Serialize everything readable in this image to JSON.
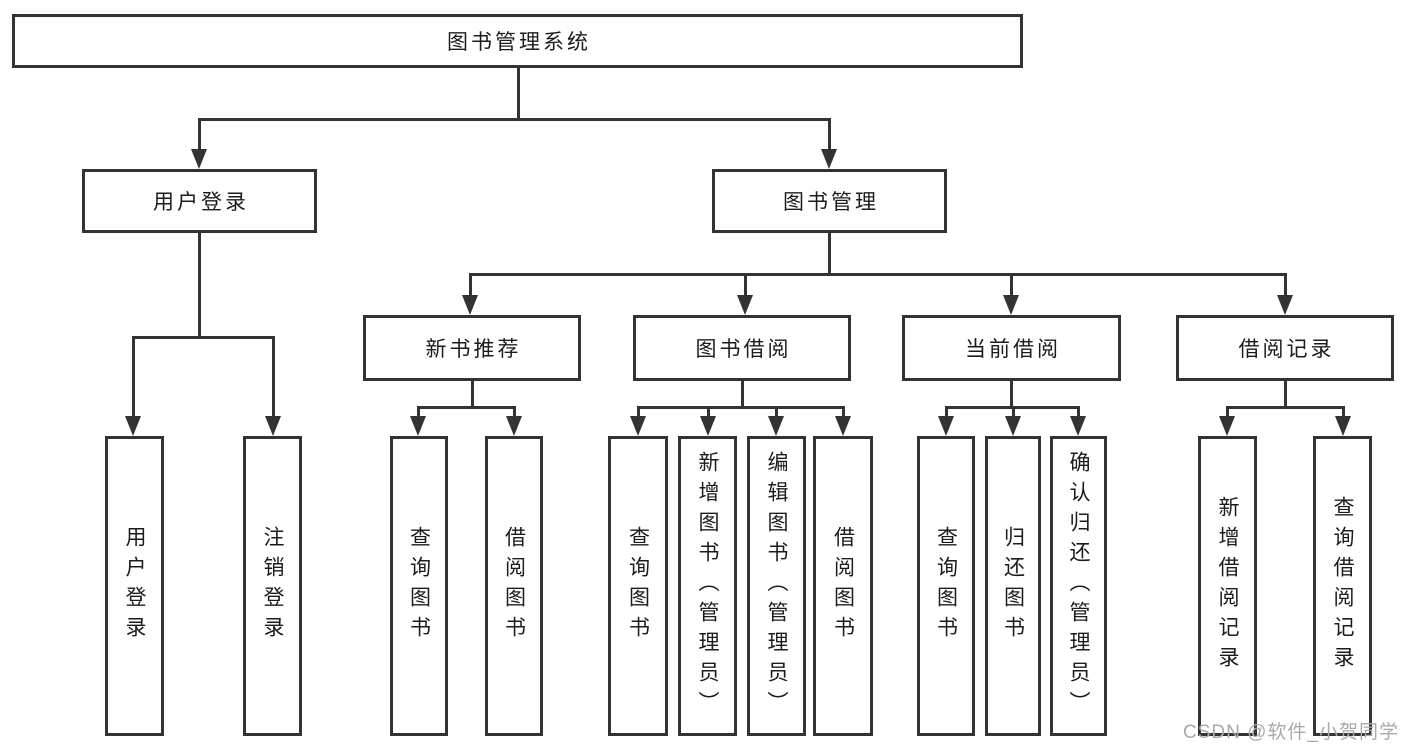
{
  "diagram": {
    "title": "图书管理系统",
    "nodes": {
      "root": "图书管理系统",
      "user_login": "用户登录",
      "book_management": "图书管理",
      "new_book_recommend": "新书推荐",
      "book_borrowing": "图书借阅",
      "current_borrowing": "当前借阅",
      "borrowing_records": "借阅记录",
      "leaf_user_login": "用户登录",
      "leaf_logout": "注销登录",
      "leaf_nbr_query_book": "查询图书",
      "leaf_nbr_borrow_book": "借阅图书",
      "leaf_bb_query_book": "查询图书",
      "leaf_bb_add_book": "新增图书（管理员）",
      "leaf_bb_edit_book": "编辑图书（管理员）",
      "leaf_bb_borrow_book": "借阅图书",
      "leaf_cb_query_book": "查询图书",
      "leaf_cb_return_book": "归还图书",
      "leaf_cb_confirm_return": "确认归还（管理员）",
      "leaf_br_add_record": "新增借阅记录",
      "leaf_br_query_record": "查询借阅记录"
    },
    "watermark": "CSDN @软件_小贺同学",
    "colors": {
      "line": "#333333",
      "text": "#1c1c1c",
      "watermark": "#aba8a8",
      "background": "#ffffff"
    }
  }
}
